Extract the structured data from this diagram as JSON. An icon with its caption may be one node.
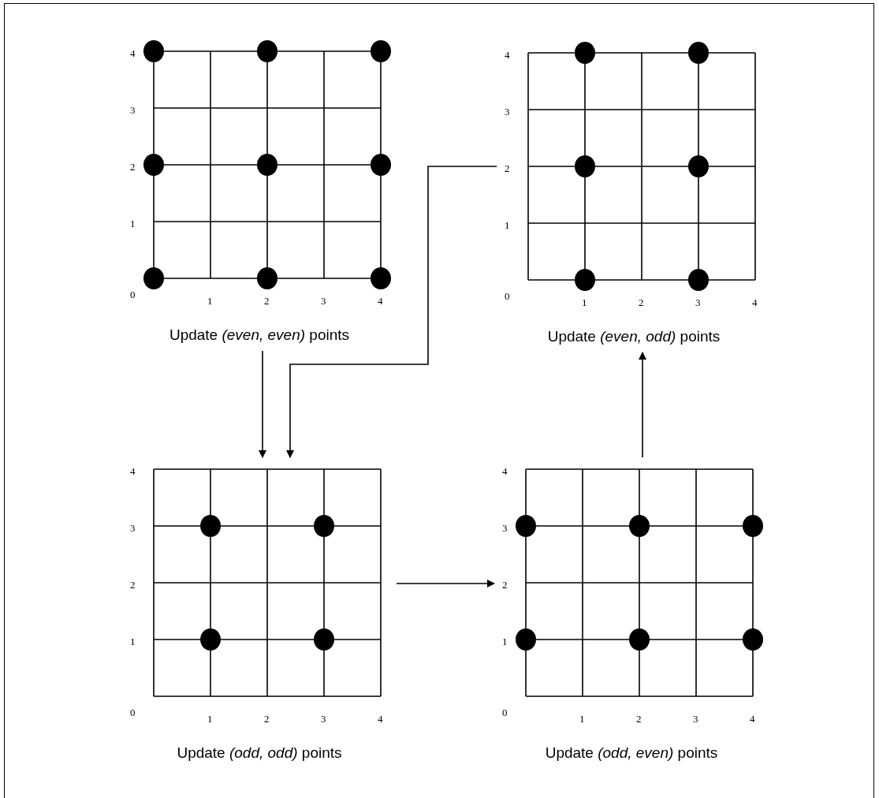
{
  "diagram": {
    "nodes": [
      {
        "text": [
          "Update *(even, even)* points"
        ]
      },
      {
        "text": [
          "Update *(even, odd)* points"
        ]
      },
      {
        "text": [
          "Update *(odd, odd)* points"
        ]
      },
      {
        "text": [
          "Update *(odd, even)* points"
        ]
      }
    ],
    "edges": [
      {
        "from": 0,
        "to": 2,
        "arrow": "to"
      },
      {
        "from": 1,
        "to": 2,
        "arrow": "to"
      },
      {
        "from": 2,
        "to": 3,
        "arrow": "to"
      },
      {
        "from": 3,
        "to": 1,
        "arrow": "to"
      }
    ],
    "labels": [
      "4",
      "3",
      "2",
      "1",
      "0",
      "1",
      "2",
      "3",
      "4",
      "4",
      "3",
      "2",
      "1",
      "0",
      "1",
      "2",
      "3",
      "4",
      "4",
      "3",
      "2",
      "1",
      "0",
      "1",
      "2",
      "3",
      "4",
      "4",
      "3",
      "2",
      "1",
      "0",
      "1",
      "2",
      "3",
      "4"
    ]
  }
}
